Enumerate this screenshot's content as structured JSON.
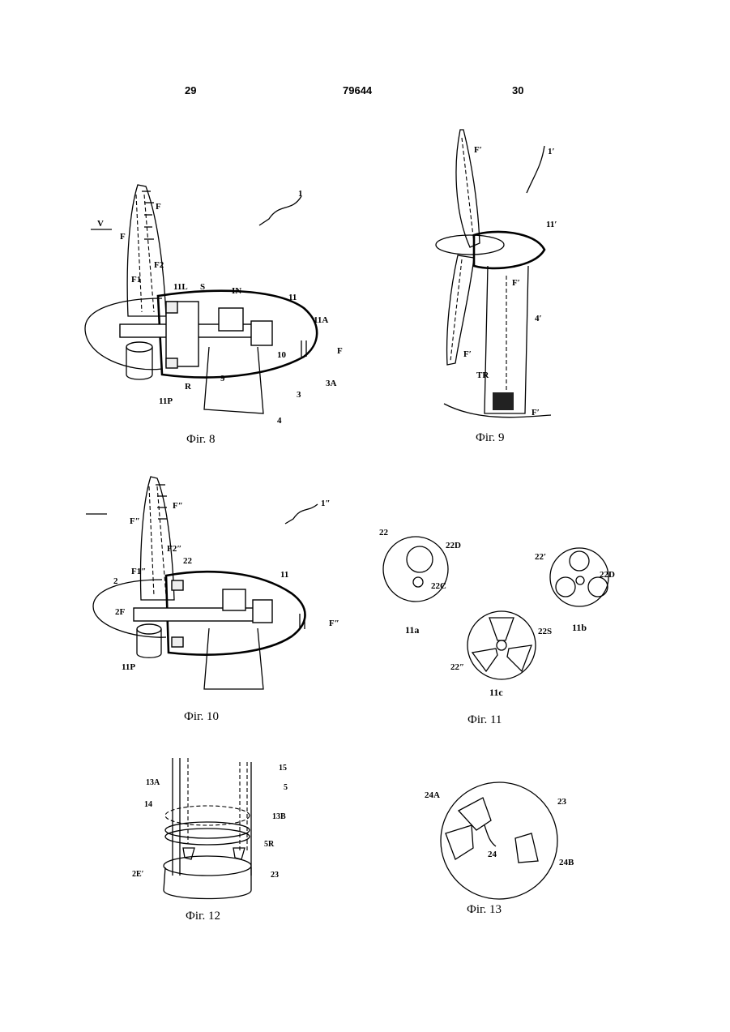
{
  "header": {
    "page_left": "29",
    "doc_number": "79644",
    "page_right": "30"
  },
  "fig8": {
    "caption": "Фіг. 8",
    "labels": {
      "l1": "1",
      "v": "V",
      "f_top": "F",
      "f_left": "F",
      "f2": "F2",
      "f1": "F1",
      "l11L": "11L",
      "s": "S",
      "in": "IN",
      "l11": "11",
      "l11A": "11A",
      "f_right": "F",
      "l10": "10",
      "l3A": "3A",
      "l9": "9",
      "r": "R",
      "l3": "3",
      "l11P": "11P",
      "l4": "4"
    }
  },
  "fig9": {
    "caption": "Фіг. 9",
    "labels": {
      "l1p": "1′",
      "f_top": "F′",
      "l11p": "11′",
      "f_mid": "F′",
      "l4p": "4′",
      "f_low": "F′",
      "tr": "TR",
      "f_base": "F′"
    }
  },
  "fig10": {
    "caption": "Фіг. 10",
    "labels": {
      "l1pp": "1″",
      "f_top": "F″",
      "f_left": "F″",
      "f2": "F2″",
      "l22": "22",
      "f1": "F1″",
      "l2": "2",
      "l11": "11",
      "l2f": "2F",
      "f_right": "F″",
      "l11P": "11P"
    }
  },
  "fig11": {
    "caption": "Фіг. 11",
    "labels": {
      "l22": "22",
      "l22D": "22D",
      "l22C": "22C",
      "sub_a": "11a",
      "l22p": "22′",
      "l22D_b": "22D",
      "sub_b": "11b",
      "l22S": "22S",
      "l22pp": "22″",
      "sub_c": "11c"
    }
  },
  "fig12": {
    "caption": "Фіг. 12",
    "labels": {
      "l13A": "13A",
      "l14": "14",
      "l15": "15",
      "l5": "5",
      "l13B": "13B",
      "l5R": "5R",
      "l2E": "2E′",
      "l23": "23"
    }
  },
  "fig13": {
    "caption": "Фіг. 13",
    "labels": {
      "l24A": "24A",
      "l23": "23",
      "l24": "24",
      "l24B": "24B"
    }
  }
}
